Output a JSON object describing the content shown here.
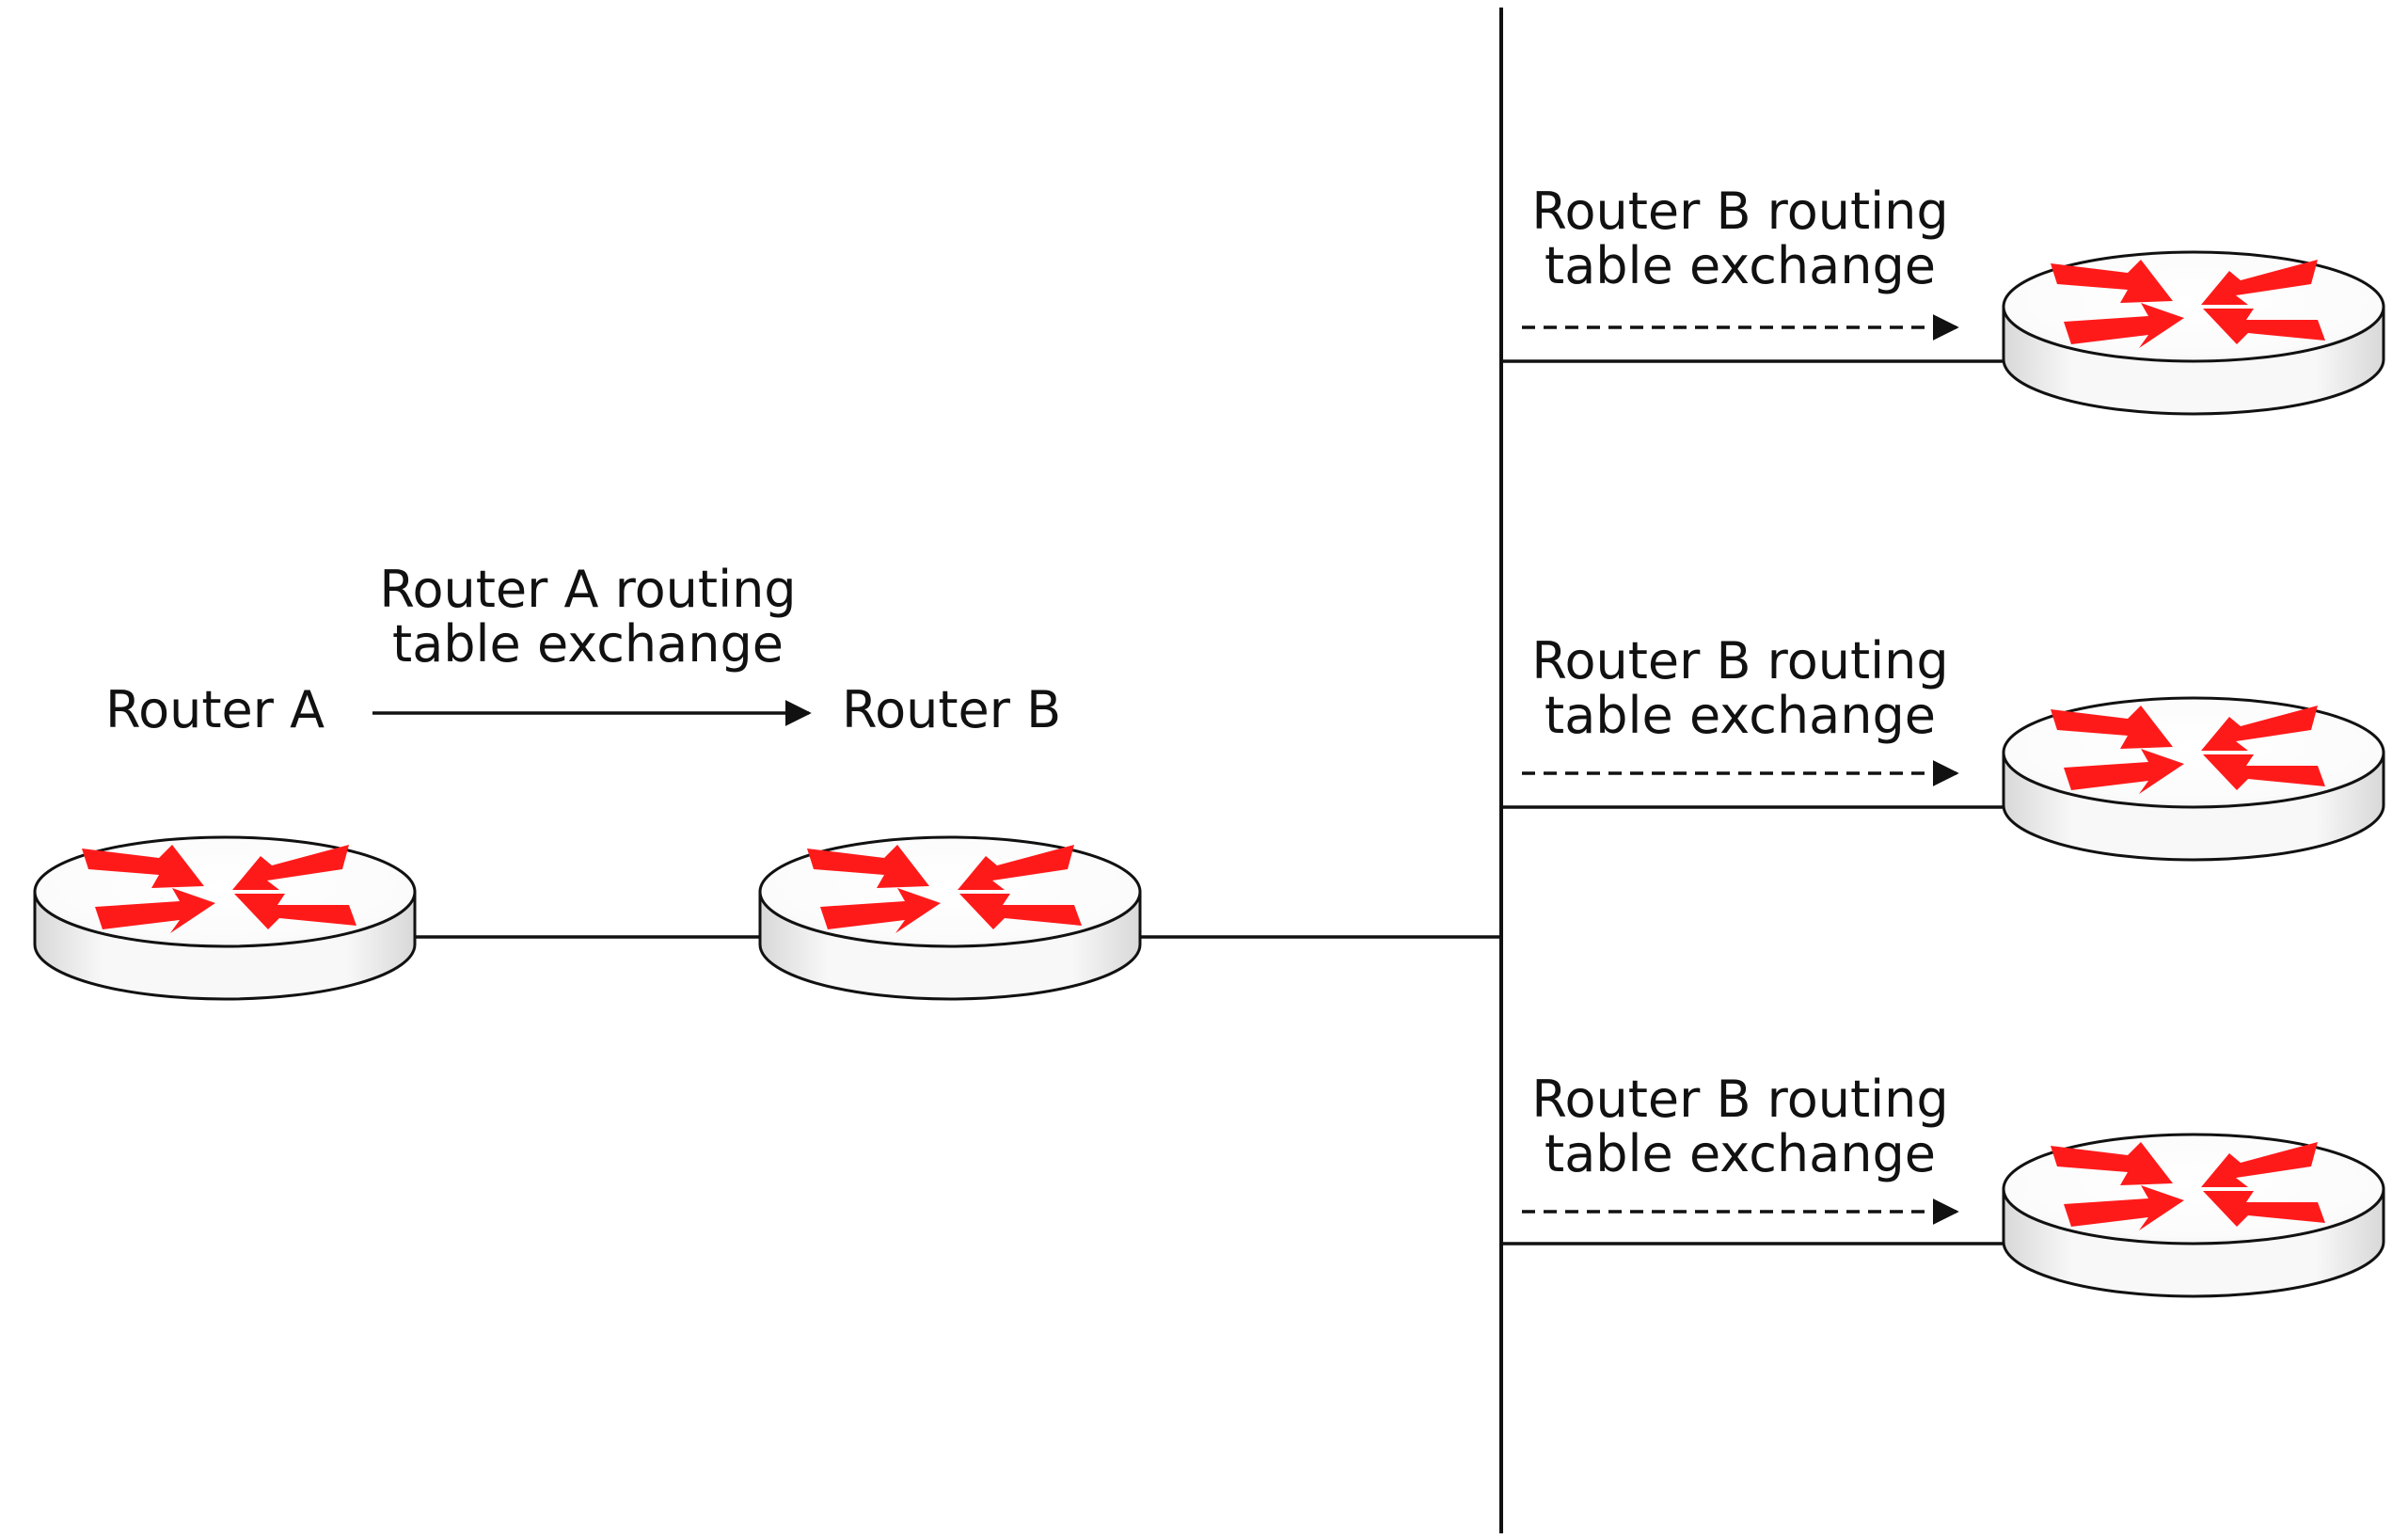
{
  "labels": {
    "router_a": "Router A",
    "router_b": "Router B",
    "router_a_exchange_line1": "Router A routing",
    "router_a_exchange_line2": "table exchange",
    "router_b_exchange_line1": "Router B routing",
    "router_b_exchange_line2": "table exchange"
  },
  "colors": {
    "line": "#111111",
    "router_arrows": "#ff1a1a",
    "router_body": "#ffffff",
    "router_shadow": "#d7d7d7",
    "background": "#ffffff"
  },
  "icons": {
    "router": "router-icon",
    "solid_arrow": "solid-arrow-icon",
    "dashed_arrow": "dashed-arrow-icon"
  }
}
